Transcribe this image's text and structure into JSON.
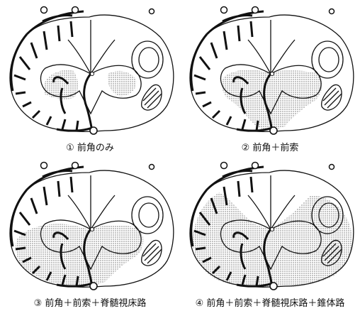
{
  "panels": [
    {
      "caption": "① 前角のみ"
    },
    {
      "caption": "② 前角＋前索"
    },
    {
      "caption": "③ 前角＋前索＋脊髄視床路"
    },
    {
      "caption": "④ 前角＋前索＋脊髄視床路＋錐体路"
    }
  ],
  "colors": {
    "stroke": "#111111",
    "shade": "#c4c4c4",
    "background": "#ffffff"
  }
}
